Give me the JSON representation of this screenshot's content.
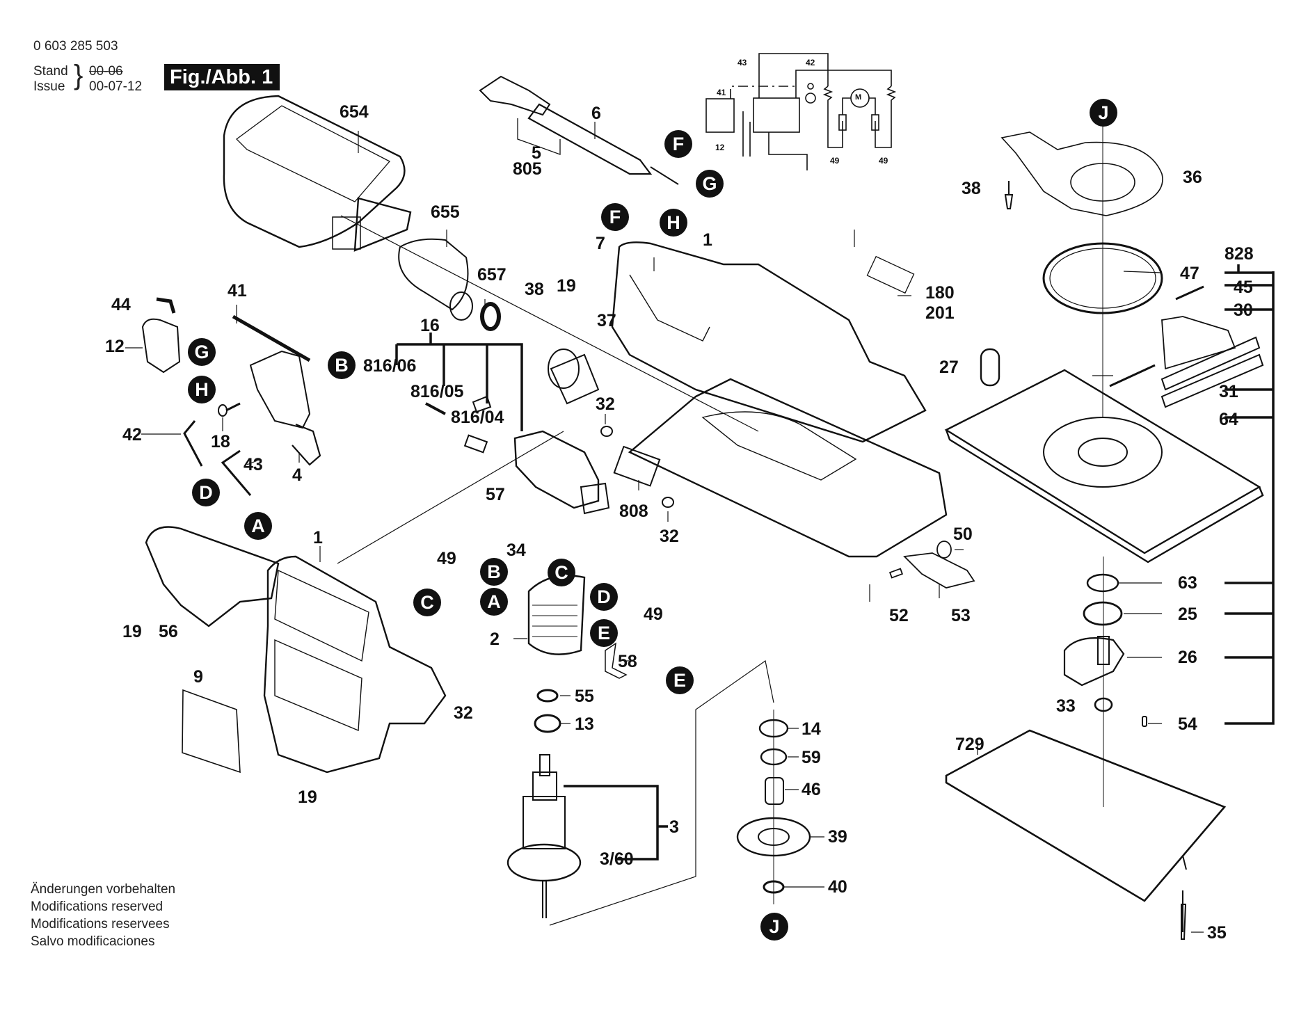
{
  "header": {
    "part_number": "0 603 285 503",
    "stand_label": "Stand",
    "issue_label": "Issue",
    "stand_date_struck": "00-06",
    "issue_date": "00-07-12",
    "figure_title": "Fig./Abb. 1"
  },
  "footer": {
    "lines": [
      "Änderungen vorbehalten",
      "Modifications reserved",
      "Modifications reservees",
      "Salvo modificaciones"
    ]
  },
  "wiring_diagram": {
    "labels": [
      "43",
      "42",
      "41",
      "12",
      "49",
      "49"
    ],
    "motor_symbol": "M"
  },
  "reference_markers": [
    "A",
    "B",
    "C",
    "D",
    "E",
    "F",
    "G",
    "H",
    "J"
  ],
  "part_labels": {
    "p654": "654",
    "p655": "655",
    "p657": "657",
    "p6": "6",
    "p5": "5",
    "p805": "805",
    "p44": "44",
    "p41": "41",
    "p12": "12",
    "p42": "42",
    "p18": "18",
    "p43": "43",
    "p4": "4",
    "p16": "16",
    "p816_06": "816/06",
    "p816_05": "816/05",
    "p816_04": "816/04",
    "p38a": "38",
    "p19a": "19",
    "p37": "37",
    "p7": "7",
    "p1a": "1",
    "p32a": "32",
    "p180": "180",
    "p201": "201",
    "p808": "808",
    "p32b": "32",
    "p57": "57",
    "p34": "34",
    "p49a": "49",
    "p49b": "49",
    "p1b": "1",
    "p19b": "19",
    "p56": "56",
    "p9": "9",
    "p32c": "32",
    "p19c": "19",
    "p2": "2",
    "p58": "58",
    "p55": "55",
    "p13": "13",
    "p3": "3",
    "p3_60": "3/60",
    "p14": "14",
    "p59": "59",
    "p46": "46",
    "p39": "39",
    "p40": "40",
    "p50": "50",
    "p52": "52",
    "p53": "53",
    "p38b": "38",
    "p36": "36",
    "p828": "828",
    "p47": "47",
    "p45": "45",
    "p30": "30",
    "p27": "27",
    "p31": "31",
    "p64": "64",
    "p63": "63",
    "p25": "25",
    "p26": "26",
    "p33": "33",
    "p54": "54",
    "p729": "729",
    "p35": "35"
  }
}
